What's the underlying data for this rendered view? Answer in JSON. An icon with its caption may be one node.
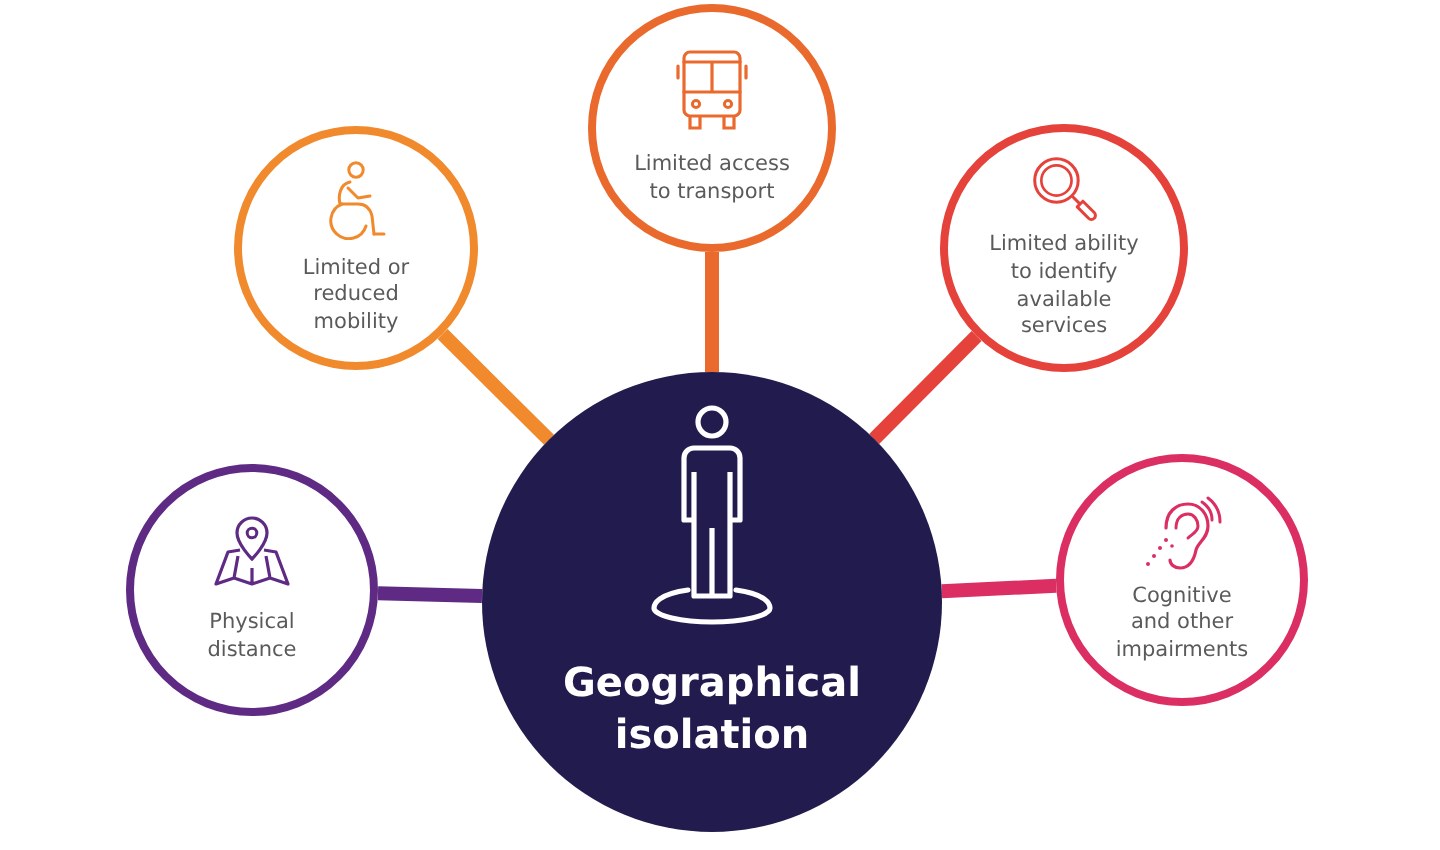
{
  "diagram": {
    "nodes": [
      {
        "text": [
          "Geographical isolation"
        ]
      },
      {
        "text": [
          "Physical distance"
        ]
      },
      {
        "text": [
          "Limited or reduced mobility"
        ]
      },
      {
        "text": [
          "Limited access to transport"
        ]
      },
      {
        "text": [
          "Limited ability to identify available services"
        ]
      },
      {
        "text": [
          "Cognitive and other impairments"
        ]
      }
    ],
    "edges": [
      {
        "from": 0,
        "to": 1,
        "arrow": "none",
        "color": "#5e2a84"
      },
      {
        "from": 0,
        "to": 2,
        "arrow": "none",
        "color": "#f08a2c"
      },
      {
        "from": 0,
        "to": 3,
        "arrow": "none",
        "color": "#ea6a2e"
      },
      {
        "from": 0,
        "to": 4,
        "arrow": "none",
        "color": "#e5423c"
      },
      {
        "from": 0,
        "to": 5,
        "arrow": "none",
        "color": "#db2e63"
      }
    ]
  }
}
